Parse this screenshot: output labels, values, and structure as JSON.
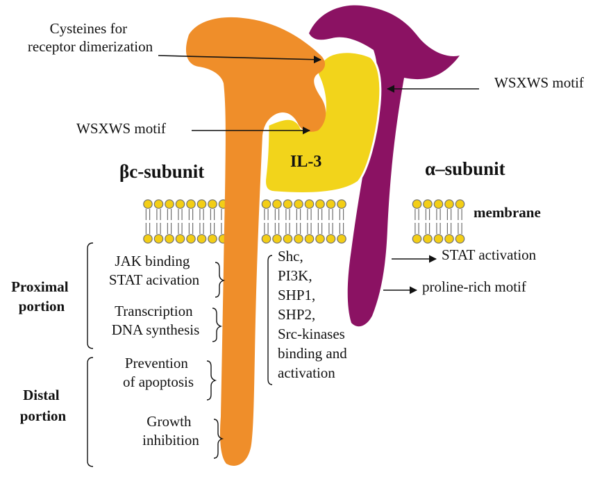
{
  "colors": {
    "beta_subunit": "#EF8E2A",
    "alpha_subunit": "#8B1263",
    "il3": "#F2D41B",
    "lipid_head": "#F3CE16",
    "lipid_outline": "#6E6E6E"
  },
  "labels": {
    "cysteines": [
      "Cysteines for",
      "receptor dimerization"
    ],
    "wsxws_alpha": "WSXWS motif",
    "wsxws_beta": "WSXWS motif",
    "il3": "IL-3",
    "beta_subunit": "βc-subunit",
    "alpha_subunit": "α–subunit",
    "membrane": "membrane",
    "stat_activation": "STAT activation",
    "proline_rich": "proline-rich motif",
    "proximal_portion": [
      "Proximal",
      "portion"
    ],
    "distal_portion": [
      "Distal",
      "portion"
    ],
    "jak": [
      "JAK binding",
      "STAT acivation"
    ],
    "transcription": [
      "Transcription",
      "DNA synthesis"
    ],
    "apoptosis": [
      "Prevention",
      "of apoptosis"
    ],
    "growth": [
      "Growth",
      "inhibition"
    ],
    "signaling": [
      "Shc,",
      "PI3K,",
      "SHP1,",
      "SHP2,",
      "Src-kinases",
      "binding and",
      "activation"
    ]
  }
}
